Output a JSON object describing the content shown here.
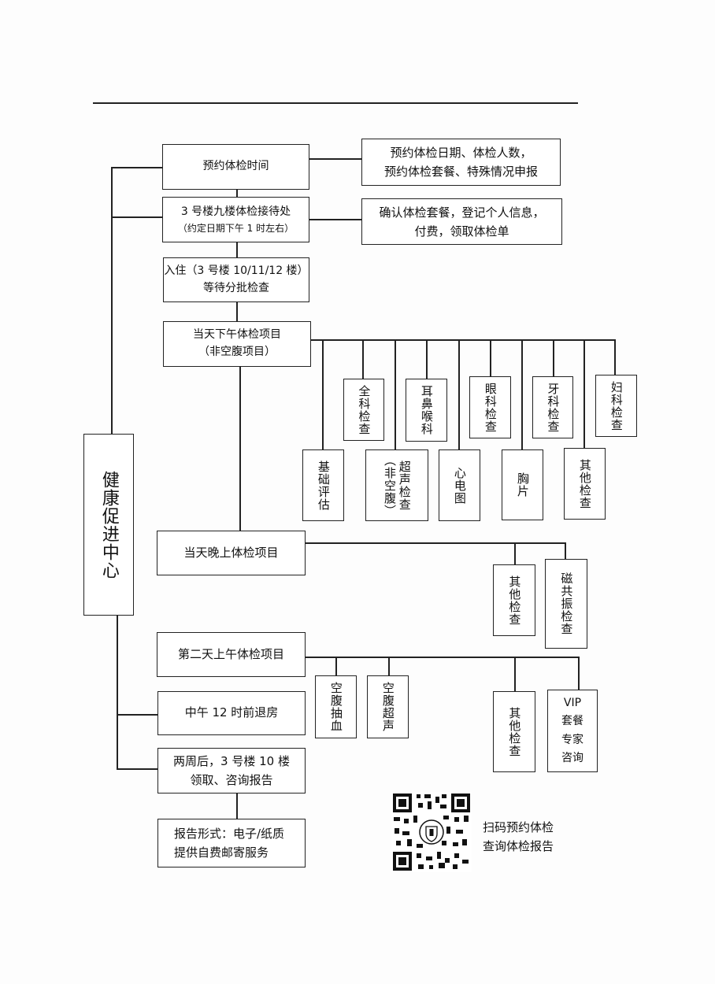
{
  "center": {
    "label": "健康促进中心"
  },
  "steps": {
    "s1": {
      "label": "预约体检时间"
    },
    "s2": {
      "line1": "3 号楼九楼体检接待处",
      "line2": "（约定日期下午 1 时左右）"
    },
    "s3": {
      "line1": "入住（3 号楼 10/11/12 楼）",
      "line2": "等待分批检查"
    },
    "s4": {
      "line1": "当天下午体检项目",
      "line2": "（非空腹项目）"
    },
    "s5": {
      "label": "当天晚上体检项目"
    },
    "s6": {
      "label": "第二天上午体检项目"
    },
    "s7": {
      "label": "中午 12 时前退房"
    },
    "s8": {
      "line1": "两周后，3 号楼 10 楼",
      "line2": "领取、咨询报告"
    },
    "s9": {
      "line1": "报告形式：电子/纸质",
      "line2": "提供自费邮寄服务"
    }
  },
  "notes": {
    "n1": {
      "line1": "预约体检日期、体检人数，",
      "line2": "预约体检套餐、特殊情况申报"
    },
    "n2": {
      "line1": "确认体检套餐，登记个人信息，",
      "line2": "付费，领取体检单"
    }
  },
  "afternoon_upper": [
    "全科检查",
    "耳鼻喉科",
    "眼科检查",
    "牙科检查",
    "妇科检查"
  ],
  "afternoon_lower": [
    "基础评估",
    "超声检查（非空腹）",
    "心电图",
    "胸片",
    "其他检查"
  ],
  "evening": [
    "其他检查",
    "磁共振检查"
  ],
  "morning_fasting": [
    "空腹抽血",
    "空腹超声"
  ],
  "morning_right": {
    "other": "其他检查",
    "vip_line1": "VIP",
    "vip_line2": "套餐",
    "vip_line3": "专家",
    "vip_line4": "咨询"
  },
  "qr": {
    "caption_line1": "扫码预约体检",
    "caption_line2": "查询体检报告"
  }
}
